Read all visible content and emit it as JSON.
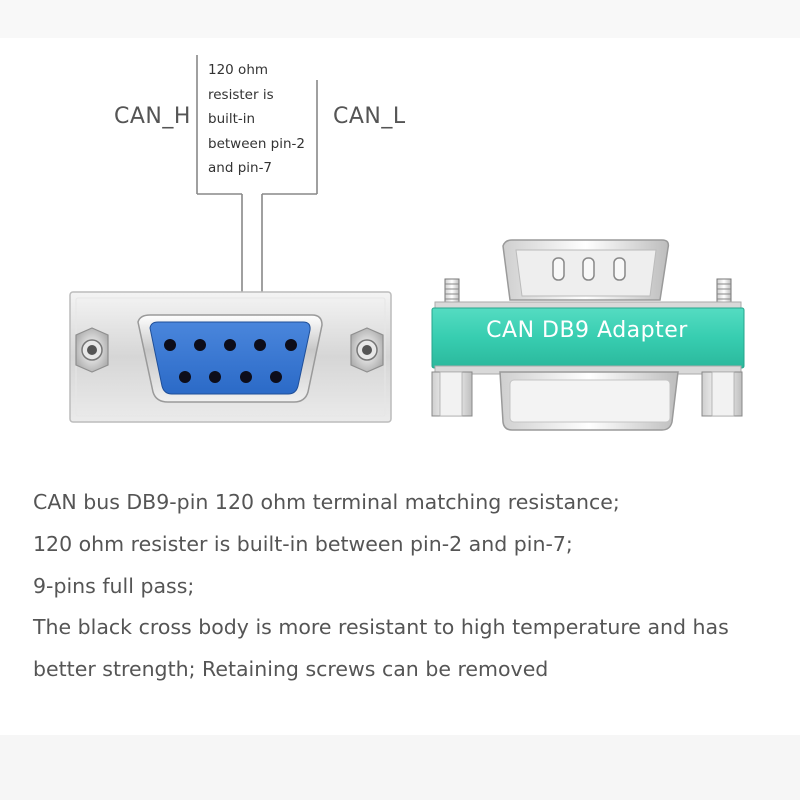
{
  "labels": {
    "can_h": "CAN_H",
    "can_l": "CAN_L"
  },
  "annotation": {
    "lines": [
      "120 ohm",
      "resister is",
      "built-in",
      "between pin-2",
      "and pin-7"
    ]
  },
  "adapter": {
    "label": "CAN DB9 Adapter",
    "band_color": "#3fd2b5",
    "pin_color": "#2f74d3"
  },
  "description": {
    "lines": [
      "CAN bus DB9-pin 120 ohm terminal matching resistance;",
      "120 ohm resister is built-in between pin-2 and pin-7;",
      "9-pins full pass;",
      "The black cross body is more resistant to high temperature and has",
      "better strength; Retaining screws can be removed"
    ]
  }
}
